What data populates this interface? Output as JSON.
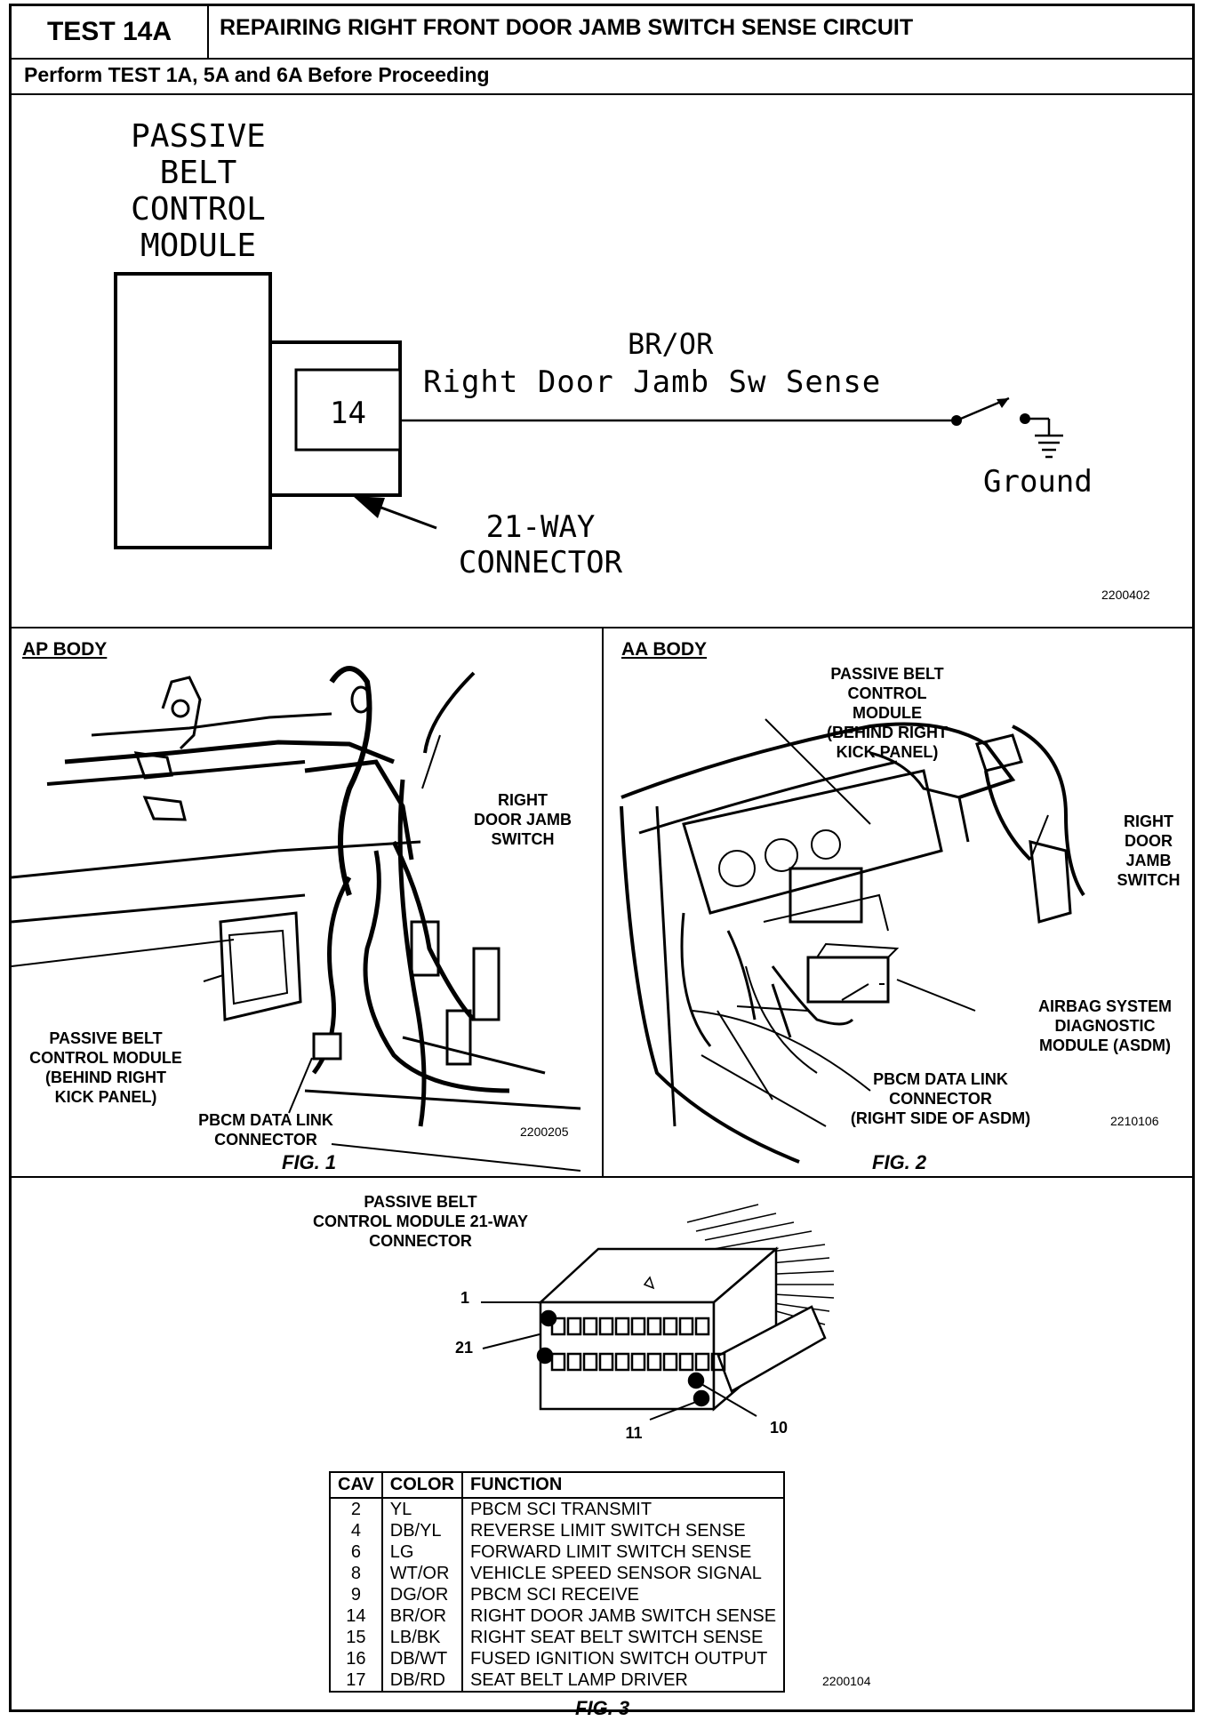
{
  "header": {
    "test_id": "TEST 14A",
    "title": "REPAIRING RIGHT FRONT DOOR JAMB SWITCH SENSE CIRCUIT",
    "prerequisite": "Perform TEST 1A, 5A and 6A Before Proceeding"
  },
  "schematic": {
    "module_label": "PASSIVE\nBELT\nCONTROL\nMODULE",
    "pin": "14",
    "wire_color": "BR/OR",
    "wire_label": "Right Door Jamb Sw Sense",
    "ground_label": "Ground",
    "connector_label": "21-WAY\nCONNECTOR",
    "code": "2200402"
  },
  "fig1": {
    "body_title": "AP BODY",
    "switch_label": "RIGHT\nDOOR JAMB\nSWITCH",
    "module_label": "PASSIVE BELT\nCONTROL MODULE\n(BEHIND RIGHT\nKICK PANEL)",
    "link_label": "PBCM DATA LINK\nCONNECTOR",
    "code": "2200205",
    "caption": "FIG. 1"
  },
  "fig2": {
    "body_title": "AA BODY",
    "module_label": "PASSIVE BELT\nCONTROL MODULE\n(BEHIND RIGHT\nKICK PANEL)",
    "switch_label": "RIGHT\nDOOR\nJAMB\nSWITCH",
    "asdm_label": "AIRBAG SYSTEM\nDIAGNOSTIC\nMODULE (ASDM)",
    "link_label": "PBCM DATA LINK\nCONNECTOR\n(RIGHT SIDE OF ASDM)",
    "code": "2210106",
    "caption": "FIG. 2"
  },
  "fig3": {
    "connector_title": "PASSIVE BELT\nCONTROL MODULE 21-WAY\nCONNECTOR",
    "pin_labels": [
      "1",
      "21",
      "10",
      "11"
    ],
    "table_headers": [
      "CAV",
      "COLOR",
      "FUNCTION"
    ],
    "rows": [
      [
        "2",
        "YL",
        "PBCM SCI TRANSMIT"
      ],
      [
        "4",
        "DB/YL",
        "REVERSE LIMIT SWITCH SENSE"
      ],
      [
        "6",
        "LG",
        "FORWARD LIMIT SWITCH SENSE"
      ],
      [
        "8",
        "WT/OR",
        "VEHICLE SPEED SENSOR SIGNAL"
      ],
      [
        "9",
        "DG/OR",
        "PBCM SCI RECEIVE"
      ],
      [
        "14",
        "BR/OR",
        "RIGHT DOOR JAMB SWITCH SENSE"
      ],
      [
        "15",
        "LB/BK",
        "RIGHT SEAT BELT SWITCH SENSE"
      ],
      [
        "16",
        "DB/WT",
        "FUSED IGNITION SWITCH OUTPUT"
      ],
      [
        "17",
        "DB/RD",
        "SEAT BELT LAMP DRIVER"
      ]
    ],
    "code": "2200104",
    "caption": "FIG. 3"
  }
}
